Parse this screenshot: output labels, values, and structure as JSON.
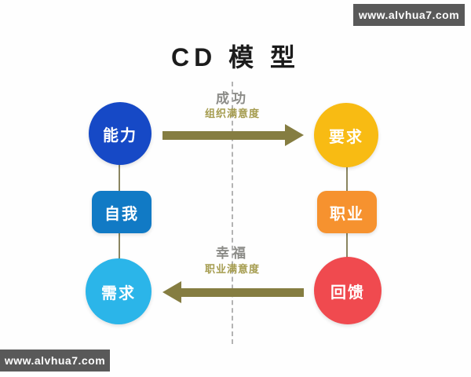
{
  "title": "CD 模 型",
  "watermark_top": "www.alvhua7.com",
  "watermark_bottom": "www.alvhua7.com",
  "nodes": {
    "ability": "能力",
    "self": "自我",
    "need": "需求",
    "require": "要求",
    "career": "职业",
    "feedback": "回馈"
  },
  "arrows": {
    "top": {
      "title": "成功",
      "subtitle": "组织满意度",
      "direction": "right"
    },
    "bottom": {
      "title": "幸福",
      "subtitle": "职业满意度",
      "direction": "left"
    }
  },
  "colors": {
    "ability_blue": "#1649c6",
    "self_blue": "#117ac5",
    "need_cyan": "#2bb5e9",
    "require_yellow": "#f8bb13",
    "career_orange": "#f6922f",
    "feedback_red": "#f04a4f",
    "arrow_olive": "#857d41",
    "connector_olive": "#8a8560",
    "label_gray": "#8c8c88",
    "label_olive": "#a59c4f",
    "watermark_gray": "#595959"
  }
}
